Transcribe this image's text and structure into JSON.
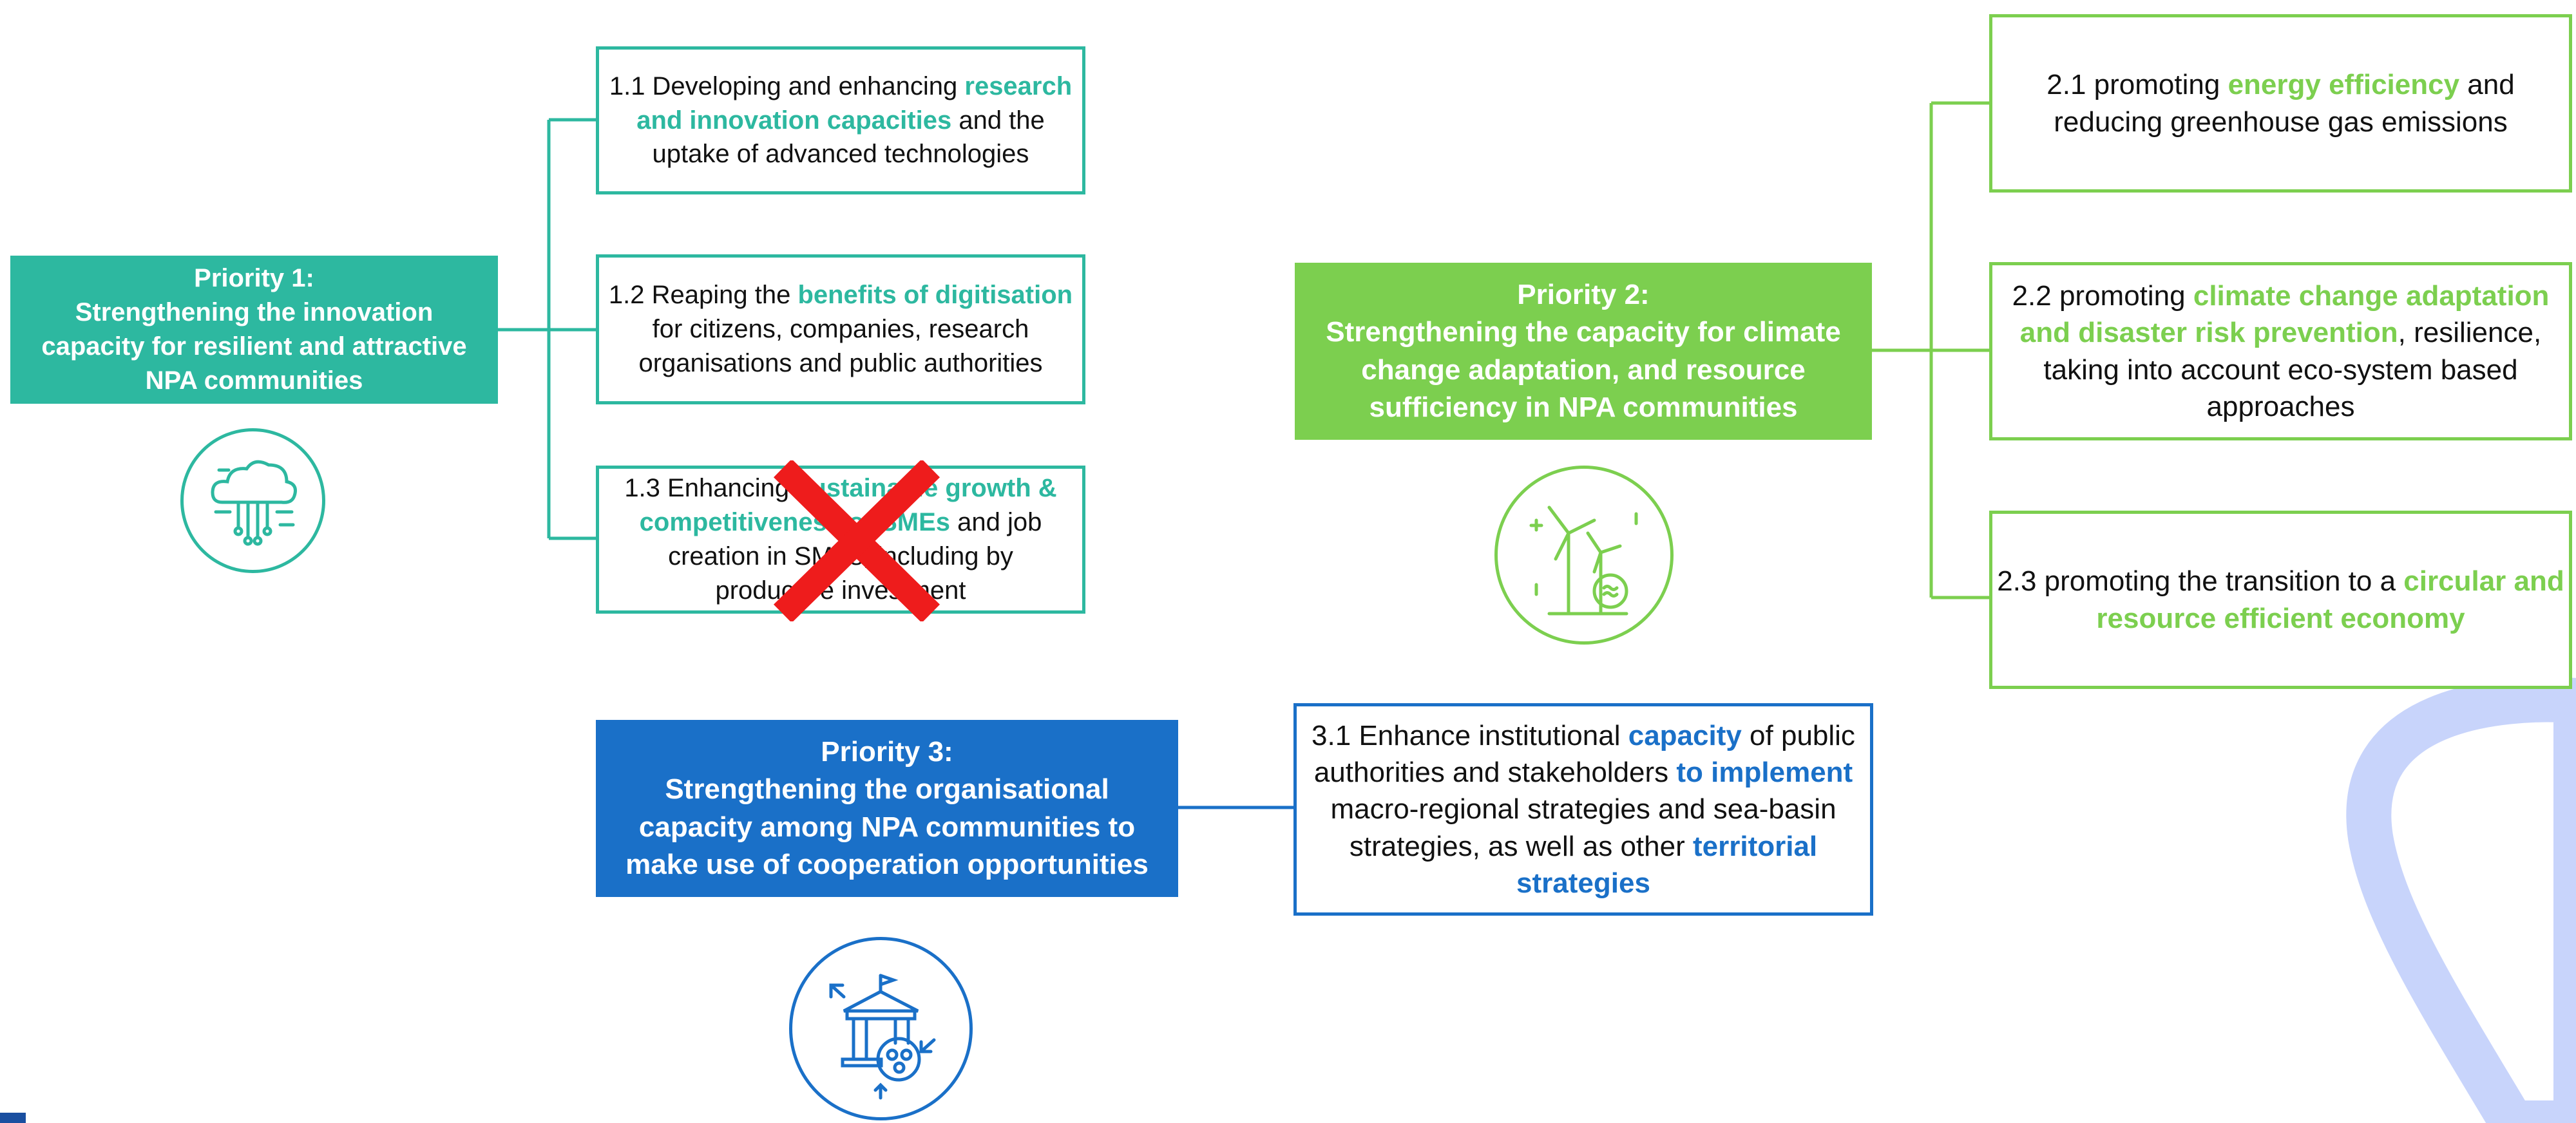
{
  "priorities": [
    {
      "heading": "Priority 1:",
      "title": "Strengthening the innovation capacity for resilient and attractive NPA communities",
      "color": "#2db8a0",
      "icon": "cloud-circuit-icon"
    },
    {
      "heading": "Priority 2:",
      "title": "Strengthening the capacity for climate change adaptation, and resource sufficiency in NPA communities",
      "color": "#7ccf4f",
      "icon": "wind-turbine-sun-icon"
    },
    {
      "heading": "Priority 3:",
      "title": "Strengthening the organisational capacity among NPA communities to make use of cooperation opportunities",
      "color": "#1a70c8",
      "icon": "institution-people-icon"
    }
  ],
  "objectives": {
    "o11": {
      "pre": "1.1 Developing and enhancing ",
      "hl": "research and innovation capacities",
      "post": " and the uptake of advanced technologies"
    },
    "o12": {
      "pre": "1.2 Reaping the ",
      "hl": "benefits of digitisation",
      "post": " for citizens, companies, research organisations and public authorities"
    },
    "o13": {
      "pre": "1.3 Enhancing ",
      "hl": "sustainable growth & competitiveness of SMEs",
      "post": " and job creation in SMEs, including by productive investment",
      "status": "crossed-out"
    },
    "o21": {
      "pre": "2.1 promoting ",
      "hl": "energy efficiency",
      "post": " and reducing greenhouse gas emissions"
    },
    "o22": {
      "pre": "2.2 promoting ",
      "hl": "climate change adaptation and disaster risk prevention",
      "post": ", resilience, taking into account eco-system based approaches"
    },
    "o23": {
      "pre": "2.3 promoting the transition to a ",
      "hl": "circular and resource efficient economy",
      "post": ""
    },
    "o31": {
      "pre": "3.1 Enhance institutional ",
      "hl": "capacity",
      "mid": " of public authorities and stakeholders ",
      "hl2": "to implement",
      "mid2": " macro-regional strategies and sea-basin strategies, as well as other ",
      "hl3": "territorial strategies"
    }
  },
  "cross_mark_color": "#ee1c1c"
}
